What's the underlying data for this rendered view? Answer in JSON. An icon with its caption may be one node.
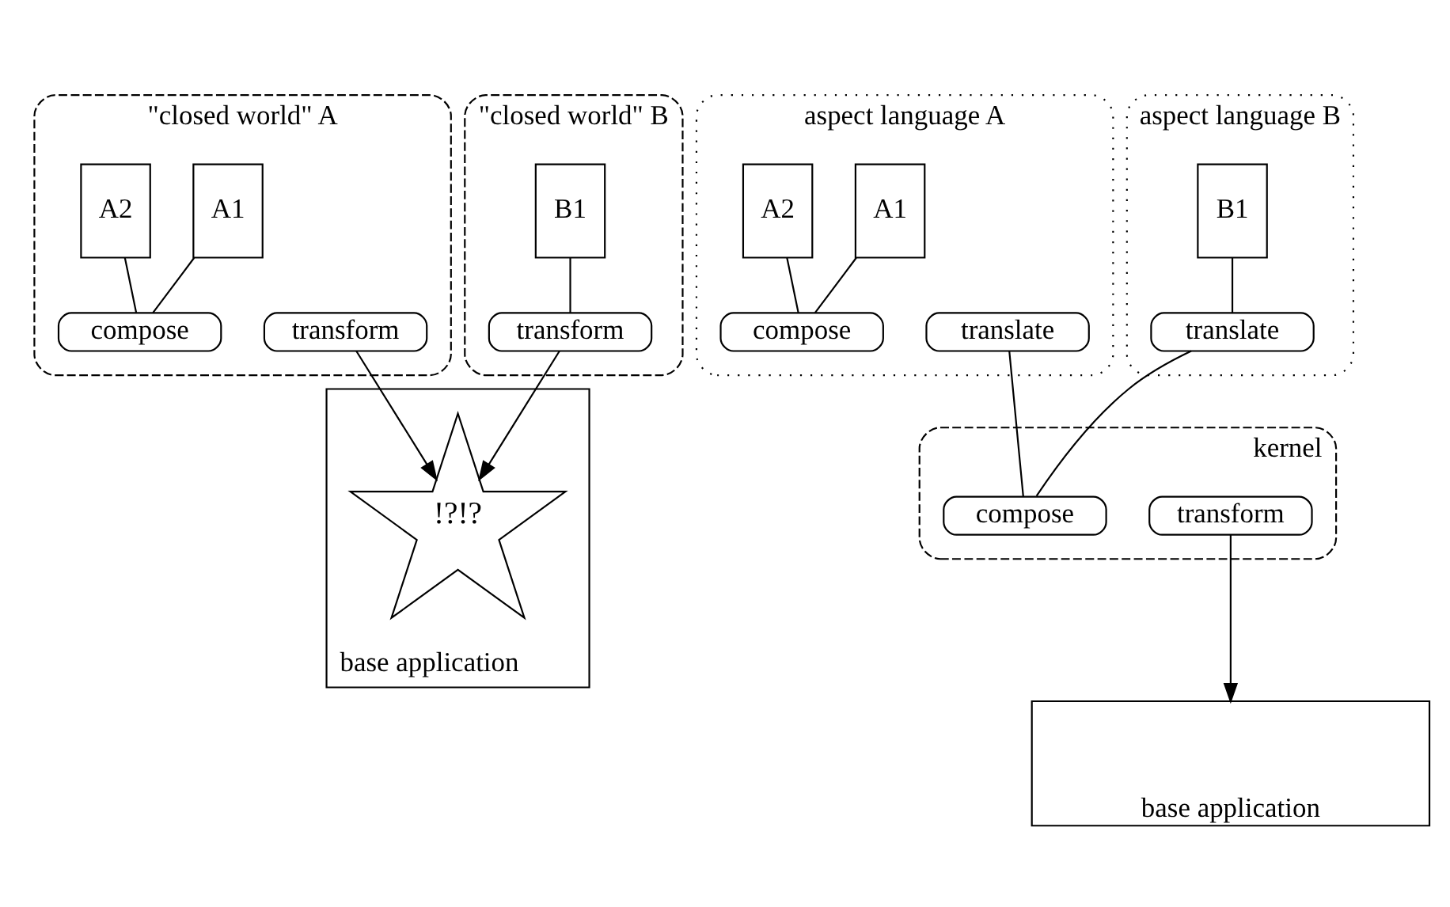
{
  "diagram": {
    "nodes": [
      {
        "text": [
          "\"closed world\" A"
        ]
      },
      {
        "text": [
          "A1"
        ],
        "in": 0
      },
      {
        "text": [
          "A2"
        ],
        "in": 0
      },
      {
        "text": [
          "compose"
        ],
        "in": 0
      },
      {
        "text": [
          "transform"
        ],
        "in": 0
      },
      {
        "text": [
          "\"closed world\" B"
        ]
      },
      {
        "text": [
          "B1"
        ],
        "in": 5
      },
      {
        "text": [
          "transform"
        ],
        "in": 5
      },
      {
        "text": [
          "base application"
        ]
      },
      {
        "text": [
          "!?!?"
        ],
        "in": 8
      },
      {
        "text": [
          "aspect language A"
        ]
      },
      {
        "text": [
          "A1"
        ],
        "in": 10
      },
      {
        "text": [
          "A2"
        ],
        "in": 10
      },
      {
        "text": [
          "compose"
        ],
        "in": 10
      },
      {
        "text": [
          "translate"
        ],
        "in": 10
      },
      {
        "text": [
          "aspect language B"
        ]
      },
      {
        "text": [
          "B1"
        ],
        "in": 15
      },
      {
        "text": [
          "translate"
        ],
        "in": 15
      },
      {
        "text": [
          "kernel"
        ]
      },
      {
        "text": [
          "compose"
        ],
        "in": 18
      },
      {
        "text": [
          "transform"
        ],
        "in": 18
      },
      {
        "text": [
          "base application"
        ]
      }
    ],
    "edges": [
      {
        "from": 1,
        "to": 3,
        "arrow": "none"
      },
      {
        "from": 2,
        "to": 3,
        "arrow": "none"
      },
      {
        "from": 6,
        "to": 7,
        "arrow": "none"
      },
      {
        "from": 4,
        "to": 9,
        "arrow": "to"
      },
      {
        "from": 7,
        "to": 9,
        "arrow": "to"
      },
      {
        "from": 11,
        "to": 13,
        "arrow": "none"
      },
      {
        "from": 12,
        "to": 13,
        "arrow": "none"
      },
      {
        "from": 16,
        "to": 17,
        "arrow": "none"
      },
      {
        "from": 14,
        "to": 19,
        "arrow": "none"
      },
      {
        "from": 17,
        "to": 19,
        "arrow": "none"
      },
      {
        "from": 20,
        "to": 21,
        "arrow": "to"
      }
    ]
  }
}
